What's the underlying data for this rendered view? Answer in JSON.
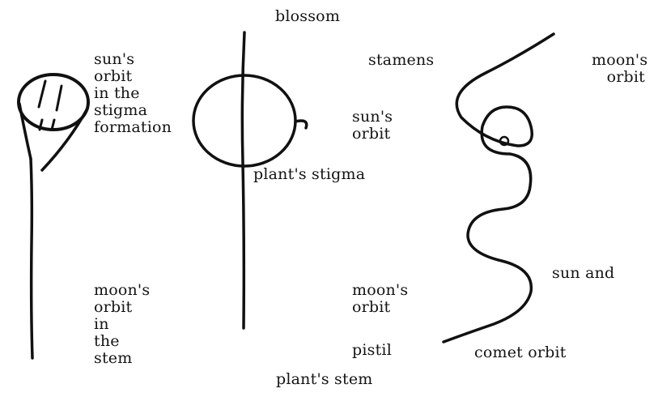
{
  "labels": {
    "blossom": "blossom",
    "suns_orbit_stigma": [
      "sun's",
      "orbit",
      "in the",
      "stigma",
      "formation"
    ],
    "stamens": "stamens",
    "moons_orbit_right": [
      "moon's",
      "orbit"
    ],
    "suns_orbit_middle": [
      "sun's",
      "orbit"
    ],
    "plants_stigma": "plant's stigma",
    "sun_and": "sun and",
    "moons_orbit_stem": [
      "moon's",
      "orbit",
      "in",
      "the",
      "stem"
    ],
    "moons_orbit_middle": [
      "moon's",
      "orbit"
    ],
    "pistil": "pistil",
    "comet_orbit": "comet orbit",
    "plants_stem": "plant's stem"
  }
}
